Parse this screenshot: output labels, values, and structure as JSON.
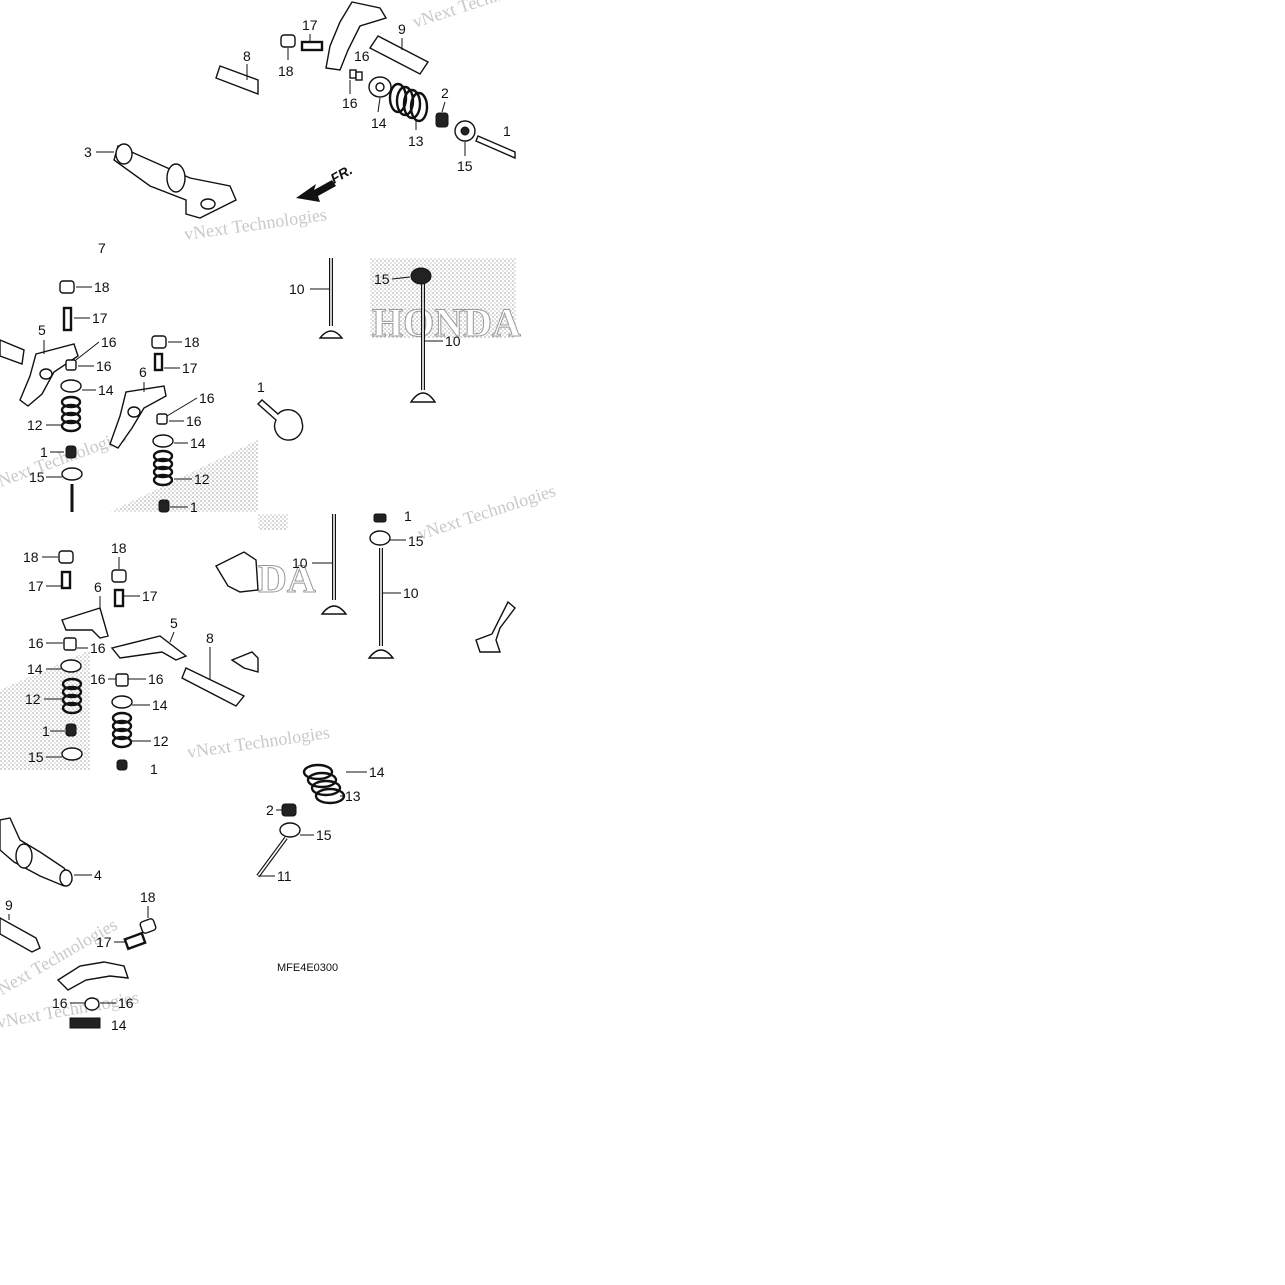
{
  "diagram": {
    "diagram_code": "MFE4E0300",
    "front_arrow_label": "FR.",
    "watermarks": [
      "vNext Technologies",
      "HONDA"
    ],
    "tile1": {
      "labels": {
        "n17": "17",
        "n18": "18",
        "n16a": "16",
        "n16b": "16",
        "n8": "8",
        "n9": "9",
        "n14": "14",
        "n13": "13",
        "n2": "2",
        "n15": "15",
        "n3": "3",
        "n7": "7",
        "n11": "1"
      }
    },
    "tile2": {
      "labels": {
        "n10a": "10",
        "n15": "15",
        "n10b": "10",
        "n1": "1"
      }
    },
    "tile3": {
      "labels": {
        "n18a": "18",
        "n17a": "17",
        "n5": "5",
        "n16a": "16",
        "n16b": "16",
        "n14a": "14",
        "n12a": "12",
        "n1a": "1",
        "n15a": "15",
        "n18b": "18",
        "n17b": "17",
        "n6": "6",
        "n16c": "16",
        "n16d": "16",
        "n14b": "14",
        "n12b": "12",
        "n1b": "1"
      }
    },
    "tile4": {
      "labels": {
        "n1": "1",
        "n15": "15",
        "n10a": "10",
        "n10b": "10"
      }
    },
    "tile5": {
      "labels": {
        "n18a": "18",
        "n17a": "17",
        "n6": "6",
        "n16a": "16",
        "n16b": "16",
        "n14a": "14",
        "n12a": "12",
        "n1a": "1",
        "n15a": "15",
        "n18b": "18",
        "n17b": "17",
        "n5": "5",
        "n8": "8",
        "n16c": "16",
        "n16d": "16",
        "n14b": "14",
        "n12b": "12",
        "n1b": "1"
      }
    },
    "tile6": {
      "labels": {
        "n4": "4",
        "n9": "9",
        "n18": "18",
        "n17": "17",
        "n16a": "16",
        "n16b": "16",
        "n14a": "14",
        "n14b": "14",
        "n13": "13",
        "n2": "2",
        "n15": "15",
        "n11": "11"
      }
    }
  }
}
